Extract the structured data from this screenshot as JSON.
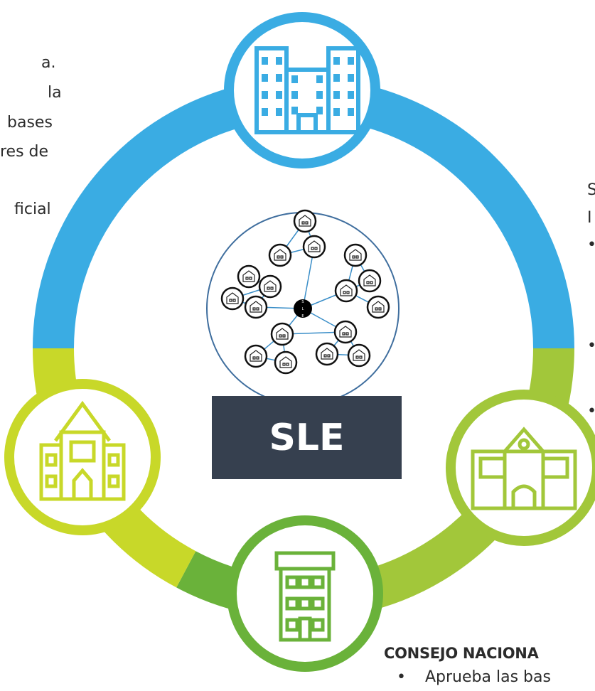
{
  "colors": {
    "ring_top": "#3aace3",
    "ring_light_green": "#c8d829",
    "ring_mid_green": "#a2c73a",
    "ring_dark_green": "#6ab23a",
    "icon_blue": "#3aace3",
    "center_box": "#36404f"
  },
  "icons": {
    "top": "office-building-icon",
    "left": "school-facade-icon",
    "right": "school-clock-icon",
    "bottom": "apartment-building-icon",
    "center": "school-network-icon"
  },
  "center": {
    "box_label": "SLE",
    "hub_letters": [
      "S",
      "L",
      "E"
    ]
  },
  "left_text": {
    "lines": [
      "a.",
      "la",
      "bases",
      "res de",
      "",
      "ficial"
    ]
  },
  "right_text": {
    "lines": [
      "S",
      "I"
    ],
    "bullets": [
      "•",
      "•",
      "•"
    ]
  },
  "bottom_text": {
    "heading": "CONSEJO NACIONA",
    "bullet": "•",
    "bullet_text": "Aprueba las bas"
  }
}
